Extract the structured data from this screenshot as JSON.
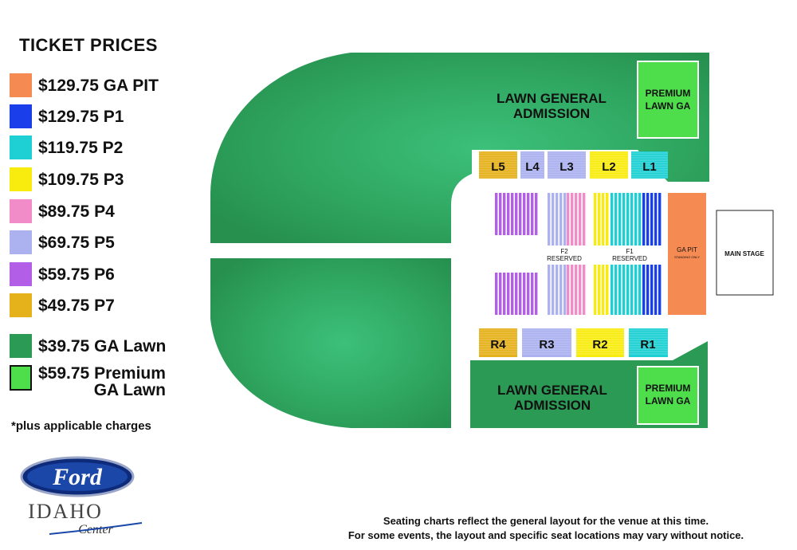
{
  "legend": {
    "title": "TICKET PRICES",
    "items": [
      {
        "label": "$129.75 GA PIT",
        "color": "#f58a53"
      },
      {
        "label": "$129.75 P1",
        "color": "#1a3fea"
      },
      {
        "label": "$119.75 P2",
        "color": "#1ecfd3"
      },
      {
        "label": "$109.75 P3",
        "color": "#f8ec0f"
      },
      {
        "label": "$89.75 P4",
        "color": "#f28cc8"
      },
      {
        "label": "$69.75 P5",
        "color": "#abb2ef"
      },
      {
        "label": "$59.75 P6",
        "color": "#b25ee6"
      },
      {
        "label": "$49.75 P7",
        "color": "#e5b21b"
      },
      {
        "label": "$39.75 GA Lawn",
        "color": "#2a9a54"
      },
      {
        "label_line1": "$59.75 Premium",
        "label_line2": "GA Lawn",
        "color": "#4ede4c"
      }
    ],
    "note": "*plus applicable charges"
  },
  "map": {
    "lawn_top_line1": "LAWN GENERAL",
    "lawn_top_line2": "ADMISSION",
    "lawn_bottom_line1": "LAWN GENERAL",
    "lawn_bottom_line2": "ADMISSION",
    "premium_top_line1": "PREMIUM",
    "premium_top_line2": "LAWN GA",
    "premium_bottom_line1": "PREMIUM",
    "premium_bottom_line2": "LAWN GA",
    "ga_pit": "GA PIT",
    "ga_pit_sub": "STANDING ONLY",
    "main_stage": "MAIN STAGE",
    "f1_line1": "F1",
    "f1_line2": "RESERVED",
    "f2_line1": "F2",
    "f2_line2": "RESERVED",
    "sections_top": [
      "L5",
      "L4",
      "L3",
      "L2",
      "L1"
    ],
    "sections_bottom": [
      "R4",
      "R3",
      "R2",
      "R1"
    ]
  },
  "logo": {
    "brand": "Ford",
    "venue": "IDAHO",
    "venue_sub": "Center"
  },
  "disclaimer": {
    "line1": "Seating charts reflect the general layout for the venue at this time.",
    "line2": "For some events, the layout and specific seat locations may vary without notice."
  }
}
